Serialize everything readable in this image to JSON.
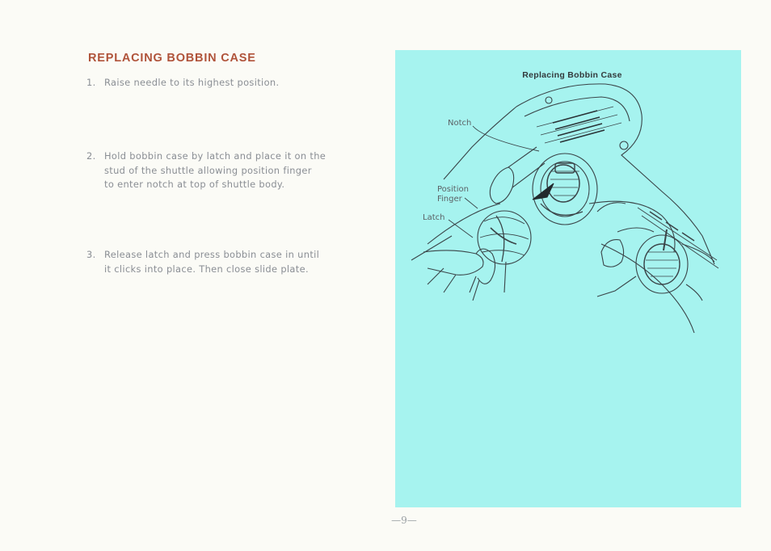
{
  "heading": "REPLACING BOBBIN CASE",
  "steps": [
    {
      "number": "1.",
      "lines": [
        "Raise needle to its highest position."
      ]
    },
    {
      "number": "2.",
      "lines": [
        "Hold bobbin case by latch and place it on the",
        "stud of the shuttle allowing position  finger",
        "to enter notch at top of shuttle body."
      ]
    },
    {
      "number": "3.",
      "lines": [
        "Release latch and press bobbin case in until",
        "it clicks into place. Then close slide plate."
      ]
    }
  ],
  "figure": {
    "title": "Replacing Bobbin Case",
    "callouts": {
      "notch": "Notch",
      "position": "Position",
      "finger": "Finger",
      "latch": "Latch"
    },
    "background_color": "#a6f3ef"
  },
  "page_number": "—9—"
}
